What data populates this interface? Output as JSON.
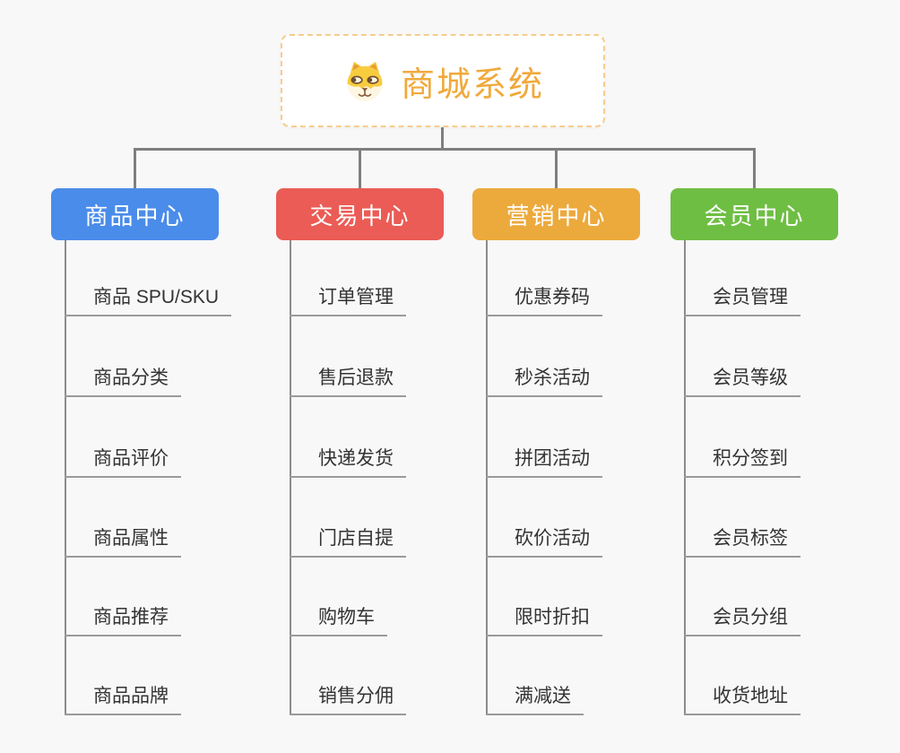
{
  "root": {
    "title": "商城系统",
    "icon": "dog-icon"
  },
  "branches": [
    {
      "label": "商品中心",
      "color": "#4a8cea",
      "items": [
        "商品 SPU/SKU",
        "商品分类",
        "商品评价",
        "商品属性",
        "商品推荐",
        "商品品牌"
      ]
    },
    {
      "label": "交易中心",
      "color": "#ea5c55",
      "items": [
        "订单管理",
        "售后退款",
        "快递发货",
        "门店自提",
        "购物车",
        "销售分佣"
      ]
    },
    {
      "label": "营销中心",
      "color": "#ecaa3d",
      "items": [
        "优惠券码",
        "秒杀活动",
        "拼团活动",
        "砍价活动",
        "限时折扣",
        "满减送"
      ]
    },
    {
      "label": "会员中心",
      "color": "#6fbe44",
      "items": [
        "会员管理",
        "会员等级",
        "积分签到",
        "会员标签",
        "会员分组",
        "收货地址"
      ]
    }
  ],
  "colors": {
    "background": "#f8f8f8",
    "connector": "#7f7f7f",
    "child_line": "#9a9a9a",
    "root_text": "#f0a93c",
    "root_border": "#f6cd8f",
    "child_text": "#333333"
  }
}
